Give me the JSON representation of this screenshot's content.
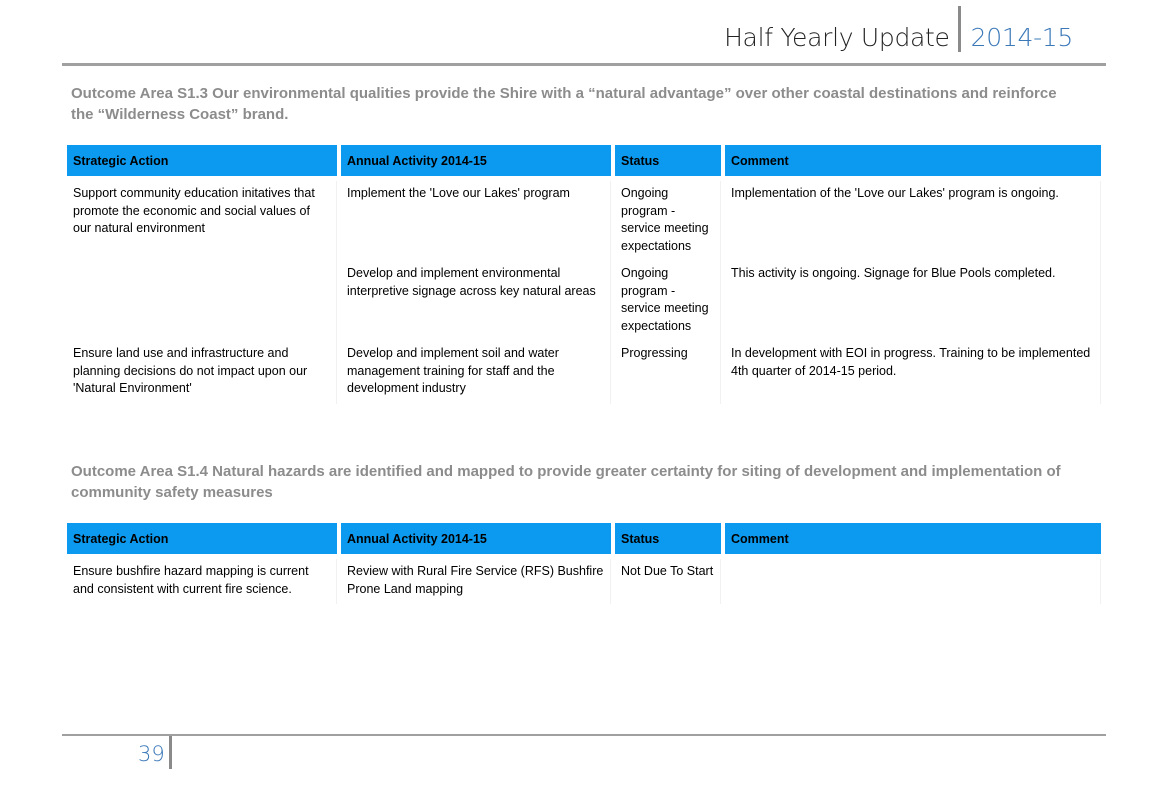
{
  "header": {
    "doc_title": "Half Yearly Update",
    "year": "2014-15"
  },
  "sections": [
    {
      "title": "Outcome Area S1.3 Our environmental qualities provide the Shire with a “natural advantage” over other coastal destinations and reinforce the “Wilderness Coast” brand.",
      "columns": [
        "Strategic Action",
        "Annual Activity 2014-15",
        "Status",
        "Comment"
      ],
      "rows": [
        {
          "strategic_action": "Support community education initatives that promote the economic and social values of our natural environment",
          "activity": "Implement the 'Love our Lakes' program",
          "status": "Ongoing program - service meeting expectations",
          "comment": "Implementation of the 'Love our Lakes' program is ongoing."
        },
        {
          "strategic_action": "",
          "activity": "Develop and implement environmental interpretive signage across key natural areas",
          "status": "Ongoing program - service meeting expectations",
          "comment": "This activity is ongoing.  Signage for Blue Pools completed."
        },
        {
          "strategic_action": "Ensure land use and infrastructure and planning decisions do not impact upon our 'Natural Environment'",
          "activity": "Develop and implement soil and water management training for staff and the development industry",
          "status": "Progressing",
          "comment": "In development with EOI in progress.  Training to be implemented 4th quarter of 2014-15 period."
        }
      ]
    },
    {
      "title": "Outcome Area S1.4 Natural hazards are identified and mapped to provide greater certainty for siting of development and implementation of community safety measures",
      "columns": [
        "Strategic Action",
        "Annual Activity 2014-15",
        "Status",
        "Comment"
      ],
      "rows": [
        {
          "strategic_action": "Ensure bushfire hazard mapping is current and consistent with current fire science.",
          "activity": "Review with Rural Fire Service (RFS) Bushfire Prone Land mapping",
          "status": "Not Due To Start",
          "comment": ""
        }
      ]
    }
  ],
  "footer": {
    "page_number": "39"
  }
}
